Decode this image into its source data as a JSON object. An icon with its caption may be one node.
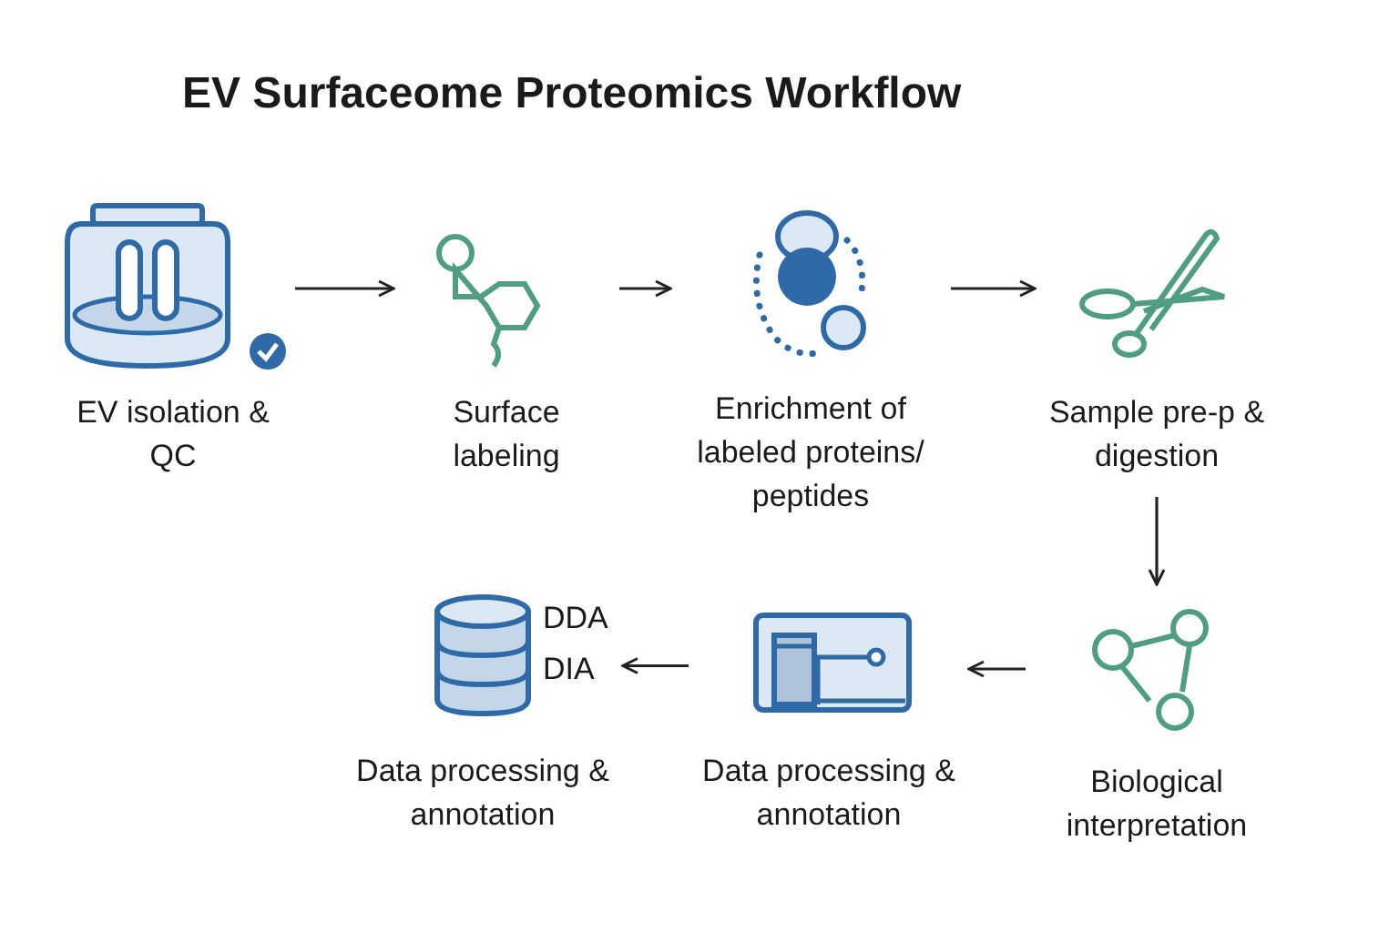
{
  "diagram": {
    "title": "EV Surfaceome Proteomics Workflow",
    "nodes": [
      {
        "text": [
          "EV isolation & QC"
        ]
      },
      {
        "text": [
          "Surface labeling"
        ]
      },
      {
        "text": [
          "Enrichment of labeled proteins/ peptides"
        ]
      },
      {
        "text": [
          "Sample pre-p & digestion"
        ]
      },
      {
        "text": [
          "Biological interpretation"
        ]
      },
      {
        "text": [
          "Data processing & annotation"
        ]
      },
      {
        "text": [
          "Data processing & annotation"
        ],
        "beside": [
          "DDA",
          "DIA"
        ]
      }
    ],
    "edges": [
      {
        "from": 0,
        "to": 1,
        "arrow": "to"
      },
      {
        "from": 1,
        "to": 2,
        "arrow": "to"
      },
      {
        "from": 2,
        "to": 3,
        "arrow": "to"
      },
      {
        "from": 3,
        "to": 4,
        "arrow": "to"
      },
      {
        "from": 4,
        "to": 5,
        "arrow": "to"
      },
      {
        "from": 5,
        "to": 6,
        "arrow": "to"
      }
    ]
  }
}
